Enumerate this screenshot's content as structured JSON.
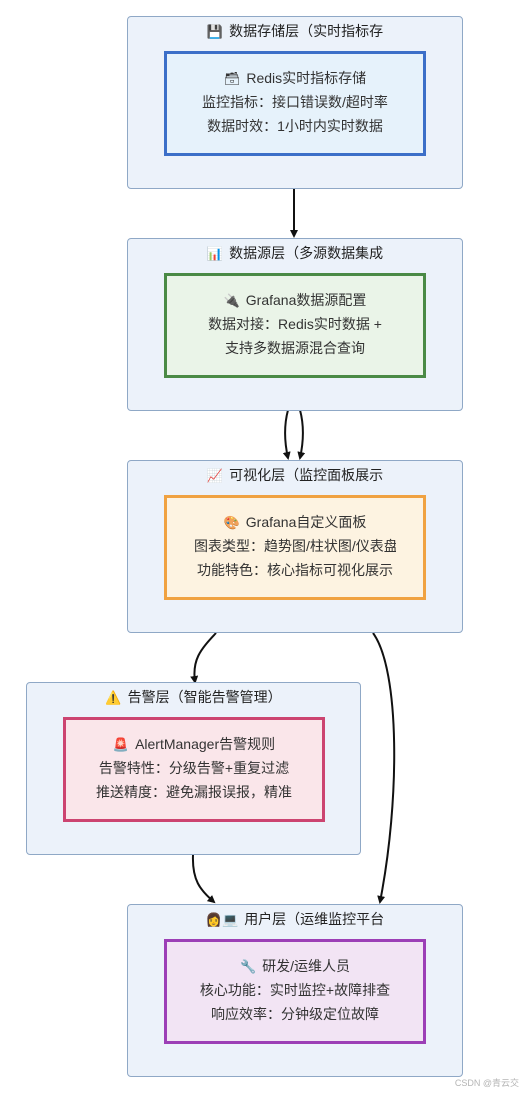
{
  "layers": {
    "storage": {
      "title": "数据存储层（实时指标存",
      "icon": "floppy-disk-icon",
      "icon_glyph": "💾",
      "node": {
        "icon": "memo-icon",
        "icon_glyph": "🗃",
        "title": "Redis实时指标存储",
        "line1": "监控指标：接口错误数/超时率",
        "line2": "数据时效：1小时内实时数据",
        "border_color": "#3c6fc8",
        "fill_color": "#e6f2fb"
      }
    },
    "datasource": {
      "title": "数据源层（多源数据集成",
      "icon": "bar-chart-icon",
      "icon_glyph": "📊",
      "node": {
        "icon": "plug-icon",
        "icon_glyph": "🔌",
        "title": "Grafana数据源配置",
        "line1": "数据对接：Redis实时数据 +",
        "line2": "支持多数据源混合查询",
        "border_color": "#4a8a45",
        "fill_color": "#eaf4e8"
      }
    },
    "visual": {
      "title": "可视化层（监控面板展示",
      "icon": "line-chart-icon",
      "icon_glyph": "📈",
      "node": {
        "icon": "palette-icon",
        "icon_glyph": "🎨",
        "title": "Grafana自定义面板",
        "line1": "图表类型：趋势图/柱状图/仪表盘",
        "line2": "功能特色：核心指标可视化展示",
        "border_color": "#f0a241",
        "fill_color": "#fdf3e1"
      }
    },
    "alert": {
      "title": "告警层（智能告警管理）",
      "icon": "warning-icon",
      "icon_glyph": "⚠️",
      "node": {
        "icon": "siren-icon",
        "icon_glyph": "🚨",
        "title": "AlertManager告警规则",
        "line1": "告警特性：分级告警+重复过滤",
        "line2": "推送精度：避免漏报误报，精准",
        "border_color": "#cc4470",
        "fill_color": "#fae6ea"
      }
    },
    "user": {
      "title": "用户层（运维监控平台",
      "icon": "user-computer-icon",
      "icon_glyph": "👩💻",
      "node": {
        "icon": "wrench-icon",
        "icon_glyph": "🔧",
        "title": "研发/运维人员",
        "line1": "核心功能：实时监控+故障排查",
        "line2": "响应效率：分钟级定位故障",
        "border_color": "#9c3fb6",
        "fill_color": "#f2e4f4"
      }
    }
  },
  "watermark": "CSDN @青云交"
}
